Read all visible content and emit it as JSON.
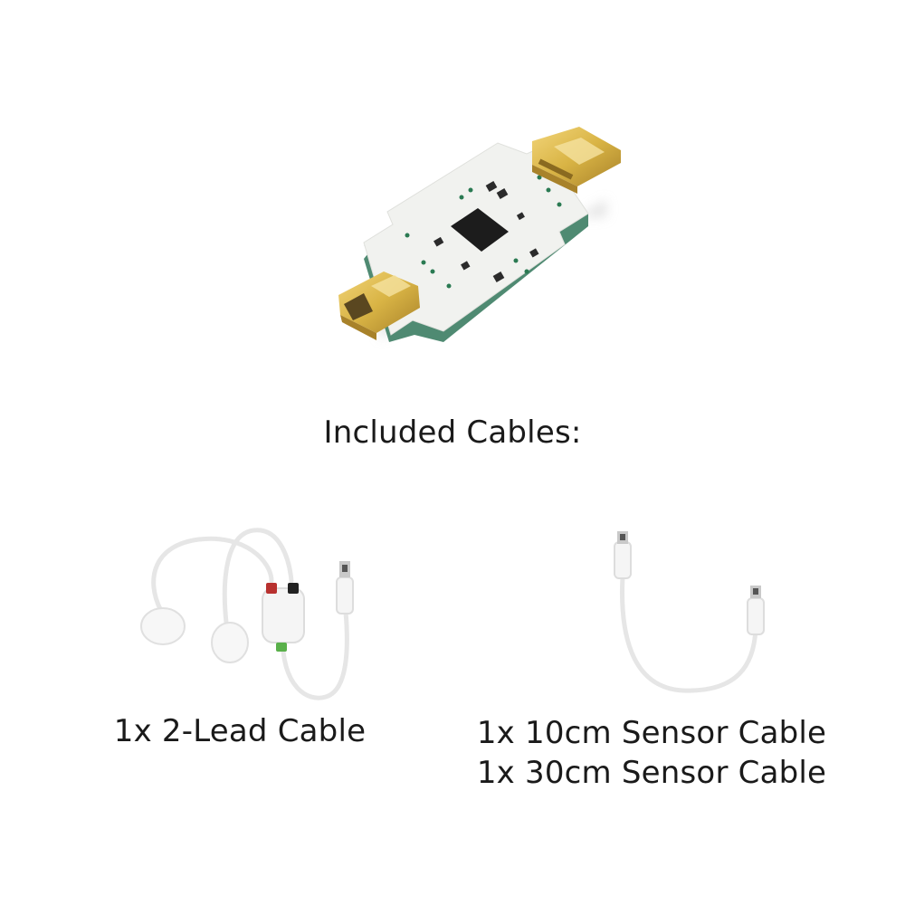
{
  "heading": "Included Cables:",
  "lead_cable": {
    "caption": "1x 2-Lead Cable"
  },
  "sensor_cables": {
    "line1": "1x 10cm Sensor Cable",
    "line2": "1x 30cm Sensor Cable"
  },
  "colors": {
    "pcb": "#f1f2ef",
    "pcb_edge": "#4f8a72",
    "chip": "#1c1c1c",
    "connector_gold": "#d9b445",
    "cable_white": "#f5f5f5",
    "clip_red": "#b8312f",
    "clip_black": "#222222",
    "clip_green": "#59b04a"
  },
  "icons": {
    "board": "sensor-board-image",
    "lead": "two-lead-cable-image",
    "sensor": "sensor-cable-image"
  }
}
